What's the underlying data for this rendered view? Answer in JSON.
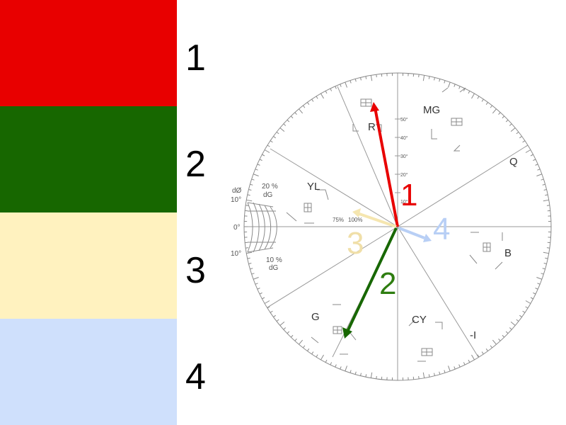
{
  "legend": {
    "rows": [
      {
        "number": "1",
        "color": "#e80000"
      },
      {
        "number": "2",
        "color": "#176700"
      },
      {
        "number": "3",
        "color": "#fff2bf"
      },
      {
        "number": "4",
        "color": "#cfe0fc"
      }
    ]
  },
  "scope": {
    "targets": {
      "r": "R",
      "mg": "MG",
      "yl": "YL",
      "b": "B",
      "g": "G",
      "cy": "CY",
      "q": "Q",
      "neg_i": "-I"
    },
    "scale": {
      "deg_50": "50°",
      "deg_40": "40°",
      "deg_30": "30°",
      "deg_20": "20°",
      "deg_10": "10°",
      "pct_75": "75%",
      "pct_100": "100%",
      "diff_phase": "dØ",
      "phase_10_top": "10°",
      "phase_0": "0°",
      "phase_10_bottom": "10°",
      "gain_20": "20 %",
      "gain_dg_top": "dG",
      "gain_10": "10 %",
      "gain_dg_bottom": "dG"
    },
    "vectors": [
      {
        "label": "1",
        "color": "#e80000",
        "label_color": "#e80000"
      },
      {
        "label": "2",
        "color": "#176700",
        "label_color": "#2e7d10"
      },
      {
        "label": "3",
        "color": "#f5e6b0",
        "label_color": "#f0dfa8"
      },
      {
        "label": "4",
        "color": "#b8cff5",
        "label_color": "#b8cff5"
      }
    ]
  }
}
